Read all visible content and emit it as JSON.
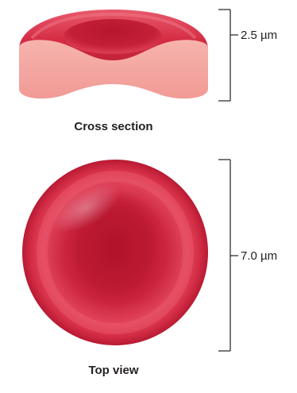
{
  "cross_section": {
    "dimension_label": "2.5 µm",
    "caption": "Cross section"
  },
  "top_view": {
    "dimension_label": "7.0 µm",
    "caption": "Top view"
  },
  "colors": {
    "cell_red": "#d0243d",
    "cell_dark": "#a8122a",
    "cut_surface": "#f5a8a3",
    "bracket": "#231f20"
  }
}
